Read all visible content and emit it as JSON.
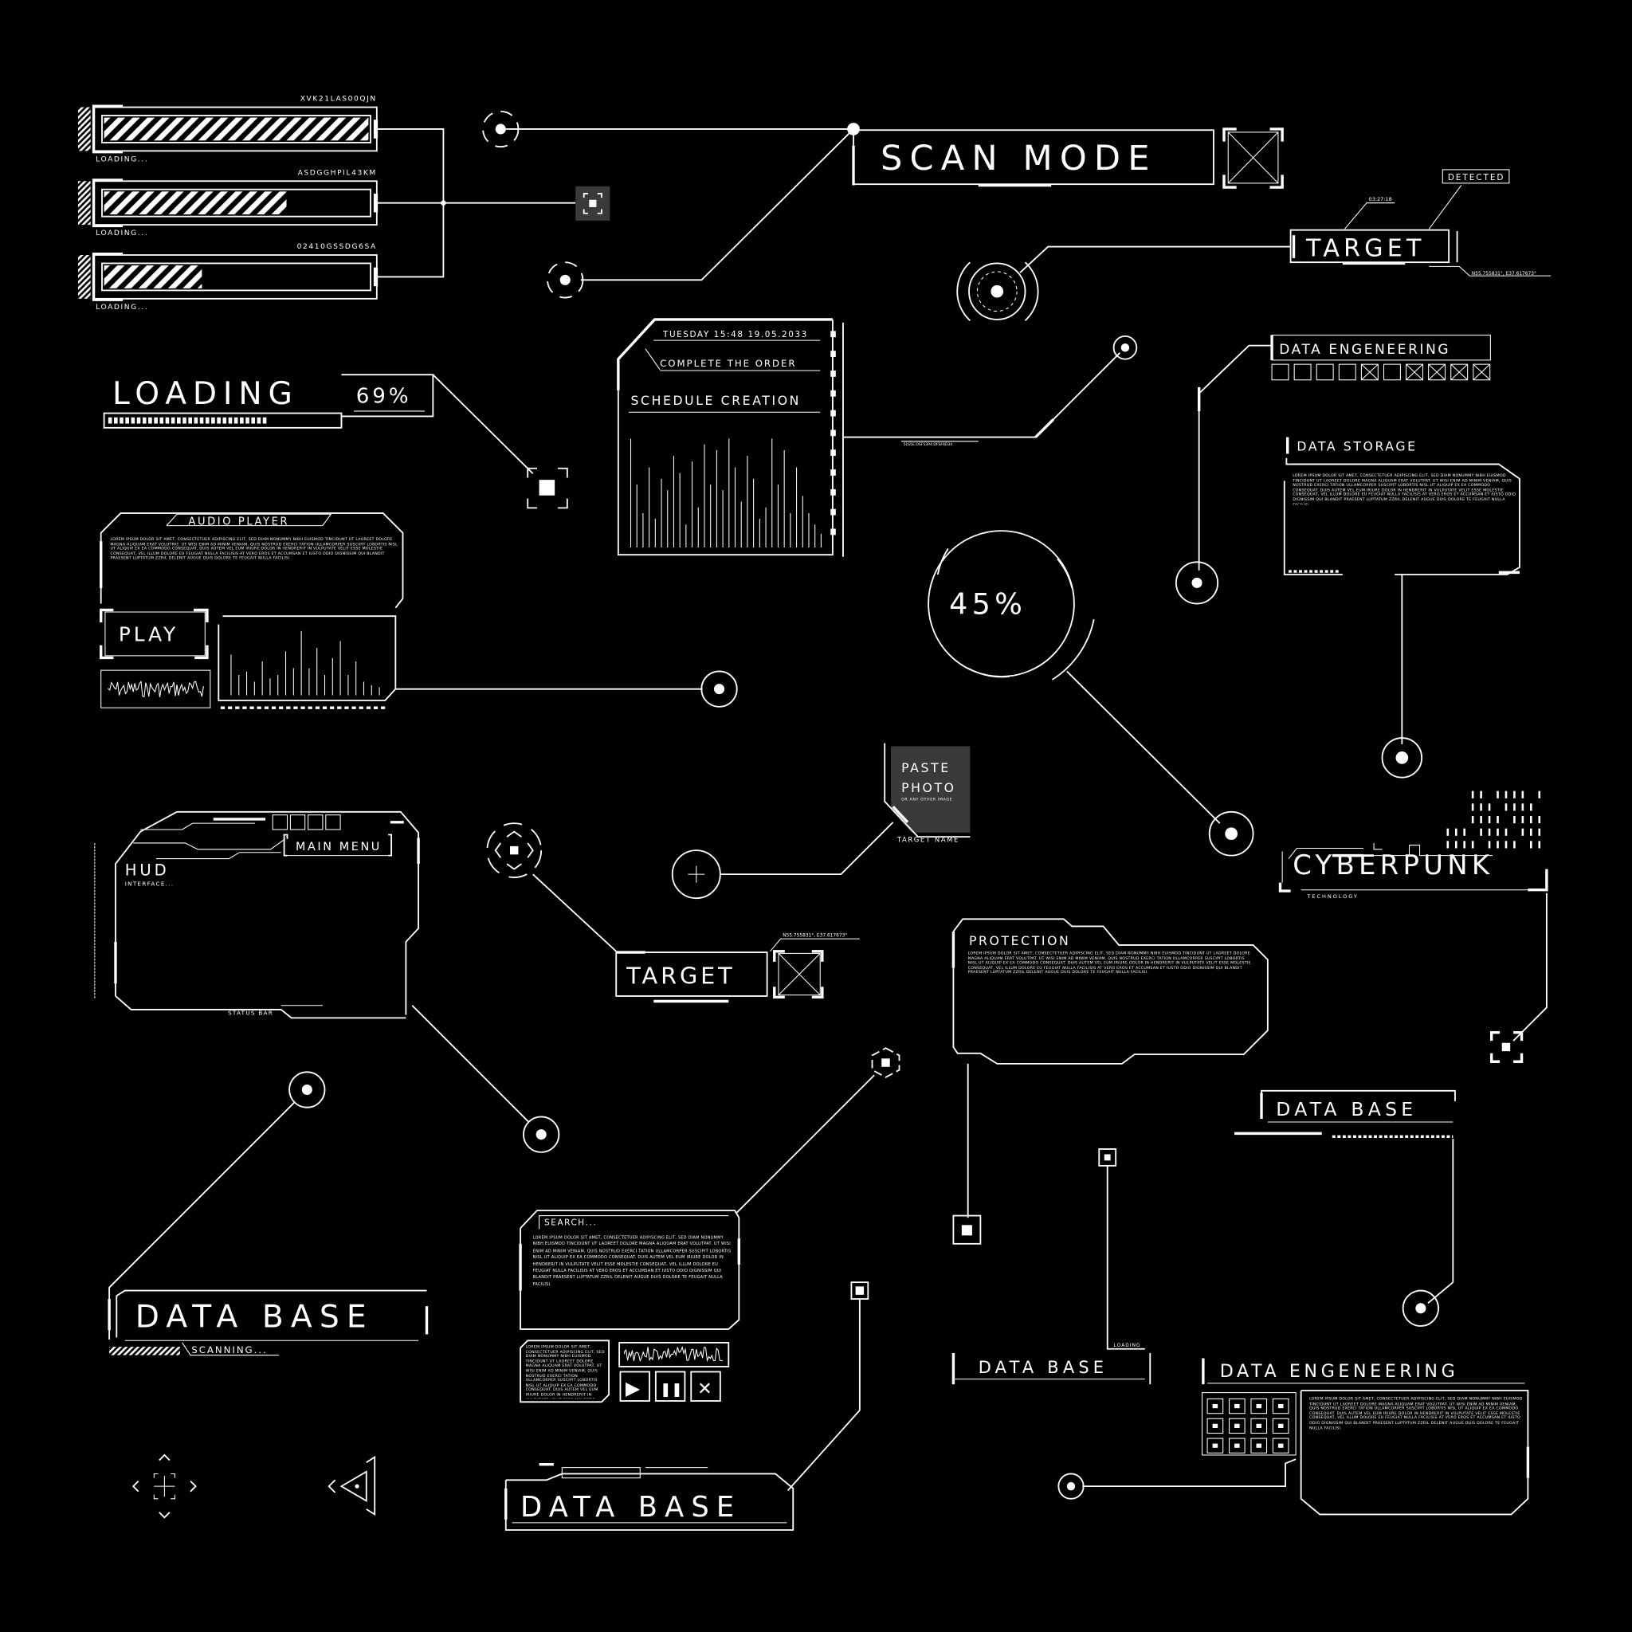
{
  "colors": {
    "background": "#000000",
    "foreground": "#ffffff",
    "panel_gray": "#3a3a3a"
  },
  "loading_bars": [
    {
      "code": "XVK21LAS00QJN",
      "label": "LOADING...",
      "progress": 1.0
    },
    {
      "code": "ASDGGHPIL43KM",
      "label": "LOADING...",
      "progress": 0.69
    },
    {
      "code": "02410GSSDG6SA",
      "label": "LOADING...",
      "progress": 0.37
    }
  ],
  "scan_mode": {
    "title": "SCAN MODE"
  },
  "target_top": {
    "title": "TARGET",
    "status": "DETECTED",
    "time": "03:27:18",
    "coords": "N55.755831°, E37.617673°"
  },
  "loading_big": {
    "title": "LOADING",
    "percent": "69%",
    "progress": 0.69
  },
  "schedule": {
    "date": "TUESDAY 15:48 19.05.2033",
    "task": "COMPLETE THE ORDER",
    "title": "SCHEDULE CREATION",
    "code": "5LS5E:DSF53P4:DFSF6D34",
    "bars": [
      0.95,
      0.55,
      0.3,
      0.7,
      0.25,
      0.6,
      0.5,
      0.8,
      0.65,
      0.2,
      0.75,
      0.35,
      0.9,
      0.55,
      0.85,
      0.5,
      0.95,
      0.7,
      0.4,
      0.8,
      0.6,
      0.25,
      0.35,
      0.95,
      0.55,
      0.85,
      0.3,
      0.7,
      0.45,
      0.3,
      0.2,
      0.12
    ]
  },
  "data_engineering_top": {
    "title": "DATA ENGENEERING"
  },
  "data_storage": {
    "title": "DATA STORAGE"
  },
  "progress_ring": {
    "percent": "45%",
    "value": 0.45
  },
  "audio_player": {
    "title": "AUDIO PLAYER",
    "play_label": "PLAY",
    "bars": [
      0.6,
      0.3,
      0.35,
      0.2,
      0.5,
      0.25,
      0.3,
      0.65,
      0.4,
      0.95,
      0.4,
      0.7,
      0.3,
      0.55,
      0.8,
      0.3,
      0.5,
      0.2,
      0.15,
      0.12
    ]
  },
  "hud": {
    "title": "HUD",
    "subtitle": "INTERFACE...",
    "menu": "MAIN MENU",
    "status": "STATUS BAR"
  },
  "paste_photo": {
    "line1": "PASTE",
    "line2": "PHOTO",
    "hint": "OR ANY OTHER IMAGE",
    "caption": "TARGET NAME"
  },
  "target_mid": {
    "title": "TARGET",
    "coords": "N55.755831°, E37.617673°"
  },
  "protection": {
    "title": "PROTECTION"
  },
  "cyberpunk": {
    "title": "CYBERPUNK",
    "subtitle": "TECHNOLOGY"
  },
  "search": {
    "title": "SEARCH..."
  },
  "media_controls": {
    "play": "▶",
    "pause": "❚❚",
    "close": "✕"
  },
  "database_left": {
    "title": "DATA BASE",
    "subtitle": "SCANNING..."
  },
  "database_bottom": {
    "title": "DATA BASE"
  },
  "database_right": {
    "title": "DATA BASE"
  },
  "database_small": {
    "title": "DATA BASE",
    "subtitle": "LOADING"
  },
  "data_engineering_bottom": {
    "title": "DATA ENGENEERING"
  },
  "lorem": "Lorem ipsum dolor sit amet, consectetuer adipiscing elit, sed diam nonummy nibh euismod tincidunt ut laoreet dolore magna aliquam erat volutpat. Ut wisi enim ad minim veniam, quis nostrud exerci tation ullamcorper suscipit lobortis nisl ut aliquip ex ea commodo consequat. Duis autem vel eum iriure dolor in hendrerit in vulputate velit esse molestie consequat, vel illum dolore eu feugiat nulla facilisis at vero eros et accumsan et iusto odio dignissim qui blandit praesent luptatum zzril delenit augue duis dolore te feugait nulla facilisi."
}
